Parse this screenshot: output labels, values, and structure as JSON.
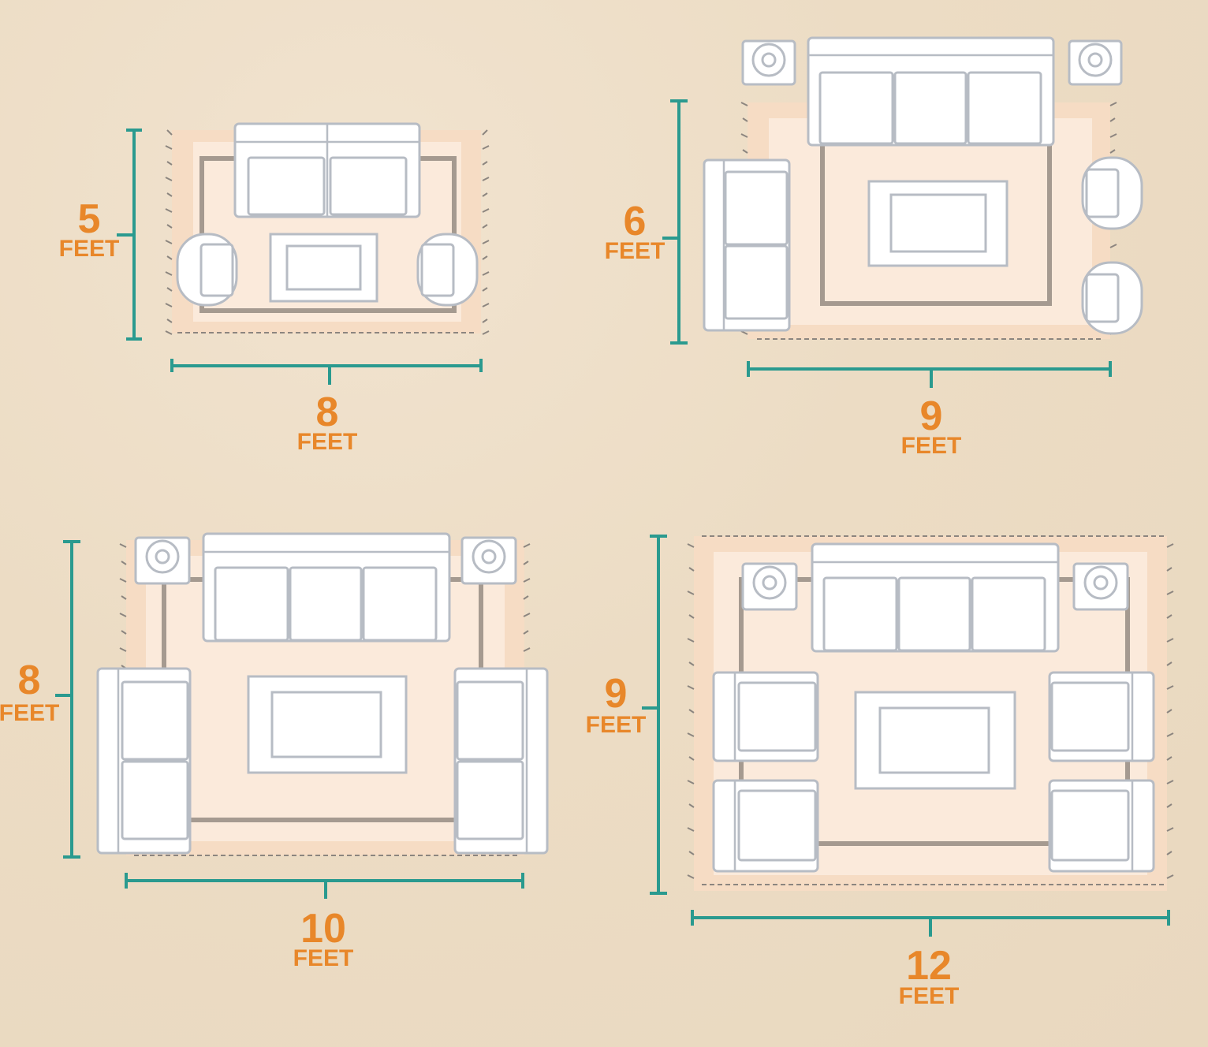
{
  "colors": {
    "dimension_text": "#e8872a",
    "dimension_line": "#2a9a8f",
    "background": "#ecdcc4",
    "rug": "#f6dcc4"
  },
  "layouts": [
    {
      "id": "rug-5x8",
      "height": {
        "value": "5",
        "unit": "FEET"
      },
      "width": {
        "value": "8",
        "unit": "FEET"
      }
    },
    {
      "id": "rug-6x9",
      "height": {
        "value": "6",
        "unit": "FEET"
      },
      "width": {
        "value": "9",
        "unit": "FEET"
      }
    },
    {
      "id": "rug-8x10",
      "height": {
        "value": "8",
        "unit": "FEET"
      },
      "width": {
        "value": "10",
        "unit": "FEET"
      }
    },
    {
      "id": "rug-9x12",
      "height": {
        "value": "9",
        "unit": "FEET"
      },
      "width": {
        "value": "12",
        "unit": "FEET"
      }
    }
  ]
}
